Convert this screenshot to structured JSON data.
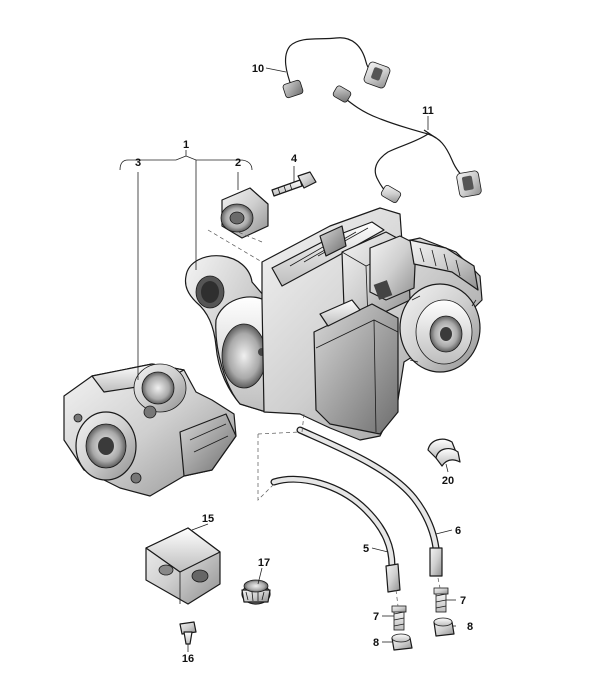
{
  "callouts": [
    {
      "id": "c1",
      "text": "1"
    },
    {
      "id": "c2",
      "text": "2"
    },
    {
      "id": "c3",
      "text": "3"
    },
    {
      "id": "c4",
      "text": "4"
    },
    {
      "id": "c5",
      "text": "5"
    },
    {
      "id": "c6",
      "text": "6"
    },
    {
      "id": "c7a",
      "text": "7"
    },
    {
      "id": "c7b",
      "text": "7"
    },
    {
      "id": "c8a",
      "text": "8"
    },
    {
      "id": "c8b",
      "text": "8"
    },
    {
      "id": "c10",
      "text": "10"
    },
    {
      "id": "c11",
      "text": "11"
    },
    {
      "id": "c15",
      "text": "15"
    },
    {
      "id": "c16",
      "text": "16"
    },
    {
      "id": "c17",
      "text": "17"
    },
    {
      "id": "c20",
      "text": "20"
    }
  ]
}
